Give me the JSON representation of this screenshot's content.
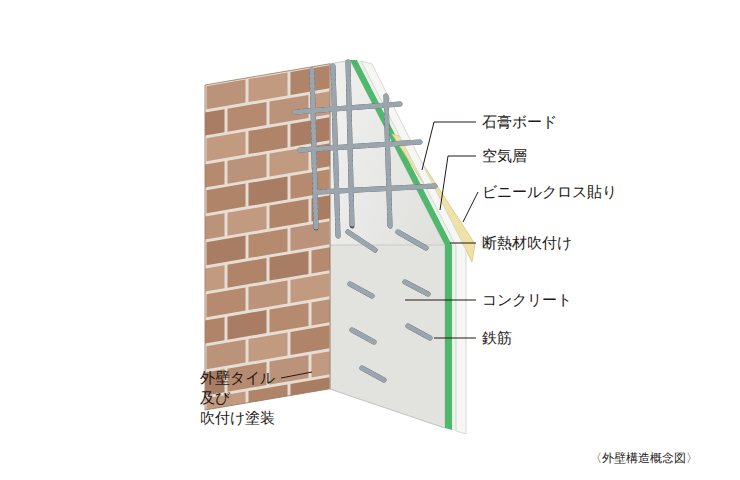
{
  "diagram": {
    "caption": "〈外壁構造概念図〉",
    "labels": [
      "石膏ボード",
      "空気層",
      "ビニールクロス貼り",
      "断熱材吹付け",
      "コンクリート",
      "鉄筋",
      "外壁タイル 及び 吹付け塗装"
    ]
  }
}
